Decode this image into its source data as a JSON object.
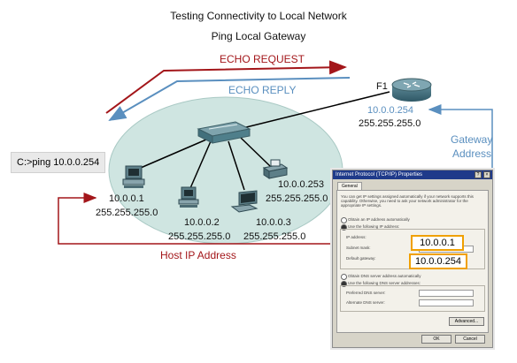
{
  "title": "Testing Connectivity to Local Network",
  "subtitle": "Ping Local Gateway",
  "echo_request": "ECHO REQUEST",
  "echo_reply": "ECHO REPLY",
  "command": "C:>ping 10.0.0.254",
  "router": {
    "interface": "F1",
    "ip": "10.0.0.254",
    "mask": "255.255.255.0"
  },
  "gateway_label_1": "Gateway",
  "gateway_label_2": "Address",
  "host_ip_label": "Host IP Address",
  "hosts": [
    {
      "ip": "10.0.0.1",
      "mask": "255.255.255.0"
    },
    {
      "ip": "10.0.0.2",
      "mask": "255.255.255.0"
    },
    {
      "ip": "10.0.0.3",
      "mask": "255.255.255.0"
    },
    {
      "ip": "10.0.0.253",
      "mask": "255.255.255.0"
    }
  ],
  "dialog": {
    "title": "Internet Protocol (TCP/IP) Properties",
    "tab": "General",
    "intro": "You can get IP settings assigned automatically if your network supports this capability. Otherwise, you need to ask your network administrator for the appropriate IP settings.",
    "auto_ip": "Obtain an IP address automatically",
    "use_ip": "Use the following IP address:",
    "ip_label": "IP address:",
    "mask_label": "Subnet mask:",
    "gw_label": "Default gateway:",
    "ip_value": "10.0.0.1",
    "gw_value": "10.0.0.254",
    "auto_dns": "Obtain DNS server address automatically",
    "use_dns": "Use the following DNS server addresses:",
    "pref_dns": "Preferred DNS server:",
    "alt_dns": "Alternate DNS server:",
    "advanced": "Advanced...",
    "ok": "OK",
    "cancel": "Cancel"
  },
  "colors": {
    "request": "#a3161a",
    "reply": "#5a8fbf",
    "highlight": "#f0a000",
    "network": "#cfe5e1"
  }
}
